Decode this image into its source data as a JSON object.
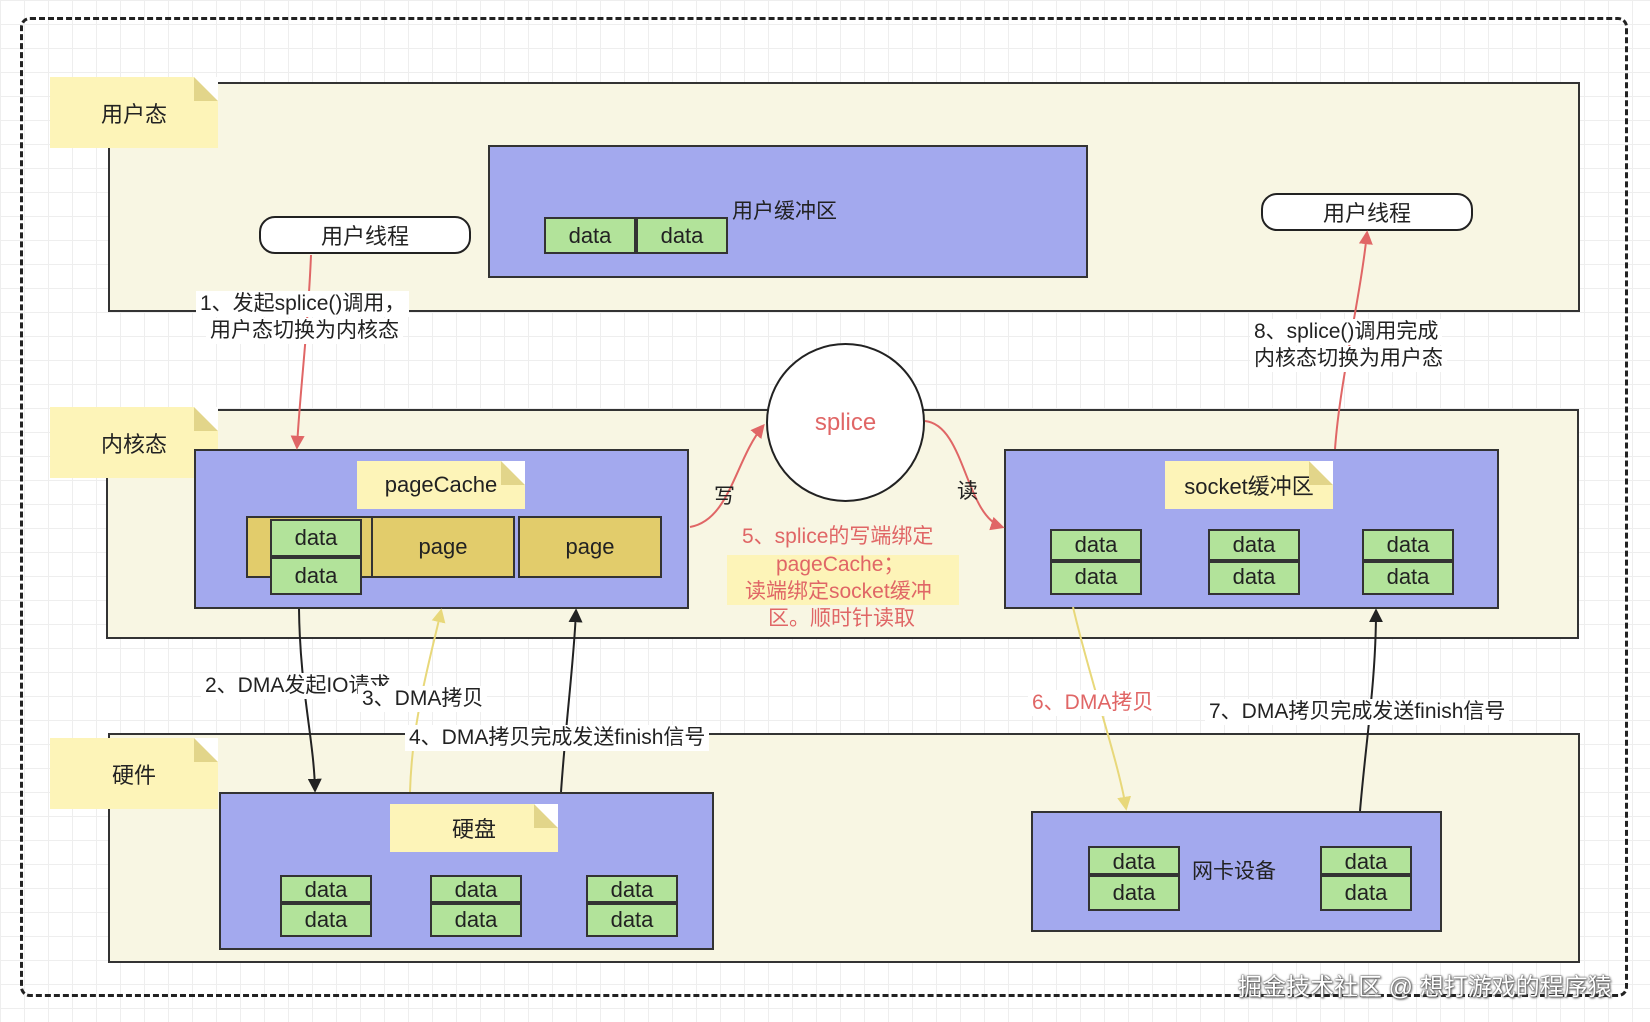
{
  "layers": {
    "user": "用户态",
    "kernel": "内核态",
    "hardware": "硬件"
  },
  "user_space": {
    "thread_left": "用户线程",
    "thread_right": "用户线程",
    "buffer_label": "用户缓冲区",
    "buffer_cells": [
      "data",
      "data"
    ]
  },
  "kernel_space": {
    "page_cache_label": "pageCache",
    "page_cache_data": [
      "data",
      "data"
    ],
    "pages": [
      "page",
      "page"
    ],
    "socket_label": "socket缓冲区",
    "socket_cells": [
      [
        "data",
        "data"
      ],
      [
        "data",
        "data"
      ],
      [
        "data",
        "data"
      ]
    ],
    "splice_label": "splice",
    "write_label": "写",
    "read_label": "读",
    "step5": [
      "5、splice的写端绑定",
      "pageCache；",
      "读端绑定socket缓冲",
      "区。顺时针读取"
    ]
  },
  "hardware": {
    "disk_label": "硬盘",
    "disk_cells": [
      [
        "data",
        "data"
      ],
      [
        "data",
        "data"
      ],
      [
        "data",
        "data"
      ]
    ],
    "nic_label": "网卡设备",
    "nic_cells": [
      [
        "data",
        "data"
      ],
      [
        "data",
        "data"
      ]
    ]
  },
  "steps": {
    "step1": [
      "1、发起splice()调用，",
      "用户态切换为内核态"
    ],
    "step2": "2、DMA发起IO请求",
    "step3": "3、DMA拷贝",
    "step4": "4、DMA拷贝完成发送finish信号",
    "step6": "6、DMA拷贝",
    "step7": "7、DMA拷贝完成发送finish信号",
    "step8": [
      "8、splice()调用完成",
      "内核态切换为用户态"
    ]
  },
  "watermark": "掘金技术社区 @ 想打游戏的程序猿",
  "colors": {
    "band": "#f8f6e3",
    "panel": "#a3a9ee",
    "data_cell": "#b2e39a",
    "page_cell": "#e2cc6b",
    "note": "#fdf4b8",
    "red_arrow": "#e06666",
    "yellow_arrow": "#e8d87a",
    "black_arrow": "#222222"
  }
}
